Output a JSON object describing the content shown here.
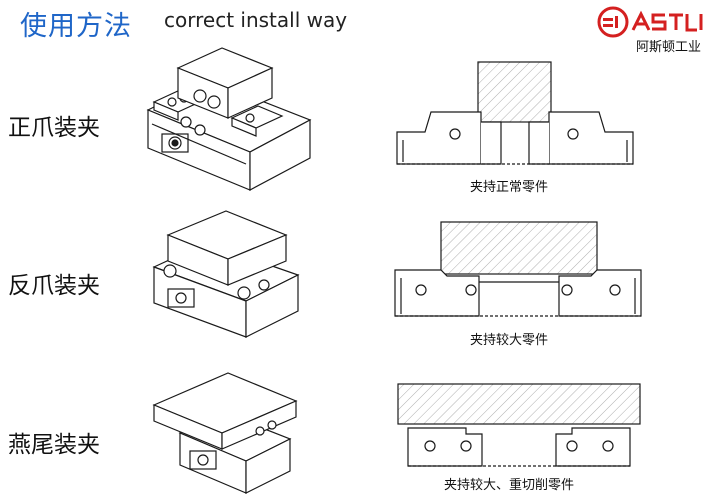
{
  "header": {
    "title_cn": "使用方法",
    "title_en": "correct install way"
  },
  "logo": {
    "brand": "ASTLI",
    "company": "阿斯顿工业",
    "brand_color": "#d42020"
  },
  "rows": [
    {
      "label": "正爪装夹",
      "caption": "夹持正常零件"
    },
    {
      "label": "反爪装夹",
      "caption": "夹持较大零件"
    },
    {
      "label": "燕尾装夹",
      "caption": "夹持较大、重切削零件"
    }
  ],
  "colors": {
    "title": "#1f66c8",
    "line": "#1a1a1a"
  }
}
